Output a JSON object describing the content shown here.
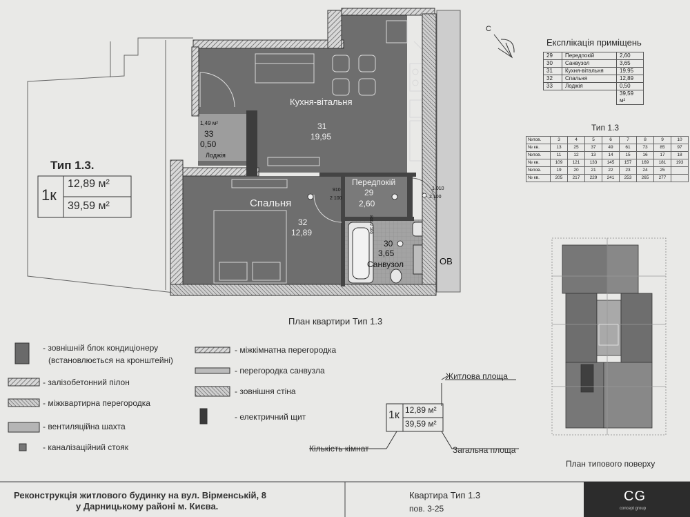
{
  "plan_labels": {
    "kitchen_name": "Кухня-вітальня",
    "kitchen_num": "31",
    "kitchen_area": "19,95",
    "bedroom_name": "Спальня",
    "bedroom_num": "32",
    "bedroom_area": "12,89",
    "hall_name": "Передпокій",
    "hall_num": "29",
    "hall_area": "2,60",
    "bath_name": "Санвузол",
    "bath_num": "30",
    "bath_area": "3,65",
    "loggia_name": "Лоджія",
    "loggia_num": "33",
    "loggia_area": "0,50",
    "loggia_small": "1,49 м²",
    "ov": "ОВ",
    "door_a_w": "910",
    "door_a_h": "2 100",
    "door_b_w": "1 010",
    "door_b_h": "2 100",
    "door_c": "800 2 100",
    "plan_title": "План квартири Тип 1.3"
  },
  "card": {
    "type_title": "Тип 1.3.",
    "rooms": "1к",
    "living_area": "12,89 м²",
    "total_area": "39,59 м²"
  },
  "compass": {
    "letter": "С"
  },
  "explication": {
    "title": "Експлікація приміщень",
    "rows": [
      [
        "29",
        "Передпокій",
        "2,60"
      ],
      [
        "30",
        "Санвузол",
        "3,65"
      ],
      [
        "31",
        "Кухня-вітальня",
        "19,95"
      ],
      [
        "32",
        "Спальня",
        "12,89"
      ],
      [
        "33",
        "Лоджія",
        "0,50"
      ]
    ],
    "total": "39,59 м²"
  },
  "floors_table": {
    "title": "Тип 1.3",
    "rows": [
      [
        "№пов.",
        "3",
        "4",
        "5",
        "6",
        "7",
        "8",
        "9",
        "10"
      ],
      [
        "№ кв.",
        "13",
        "25",
        "37",
        "49",
        "61",
        "73",
        "85",
        "97"
      ],
      [
        "№пов.",
        "11",
        "12",
        "13",
        "14",
        "15",
        "16",
        "17",
        "18"
      ],
      [
        "№ кв.",
        "109",
        "121",
        "133",
        "145",
        "157",
        "169",
        "181",
        "193"
      ],
      [
        "№пов.",
        "19",
        "20",
        "21",
        "22",
        "23",
        "24",
        "25",
        ""
      ],
      [
        "№ кв.",
        "205",
        "217",
        "229",
        "241",
        "253",
        "265",
        "277",
        ""
      ]
    ]
  },
  "legend": {
    "items": [
      "- зовнішній блок кондиціонеру",
      "(встановлюється на кронштейні)",
      "- залізобетонний пілон",
      "- міжквартирна перегородка",
      "- вентиляційна шахта",
      "- каналізаційний стояк",
      "- міжкімнатна перегородка",
      "- перегородка санвузла",
      "- зовнішня стіна",
      "- електричний щит"
    ]
  },
  "key": {
    "living_label": "Житлова площа",
    "rooms_label": "Кількість кімнат",
    "total_label": "Загальна площа",
    "rooms": "1к",
    "living": "12,89 м²",
    "total": "39,59 м²"
  },
  "floor_plan_title": "План типового поверху",
  "footer": {
    "project_line1": "Реконструкція житлового будинку на вул. Вірменській, 8",
    "project_line2": "у Дарницькому районі м. Києва.",
    "apt": "Квартира Тип 1.3",
    "floors": "пов. 3-25",
    "logo": "CG",
    "logo_sub": "concept group"
  },
  "colors": {
    "room_fill": "#6e6e6e",
    "bath_fill": "#9a9a9a",
    "paper": "#e9e9e7",
    "wall": "#3a3a3a"
  }
}
